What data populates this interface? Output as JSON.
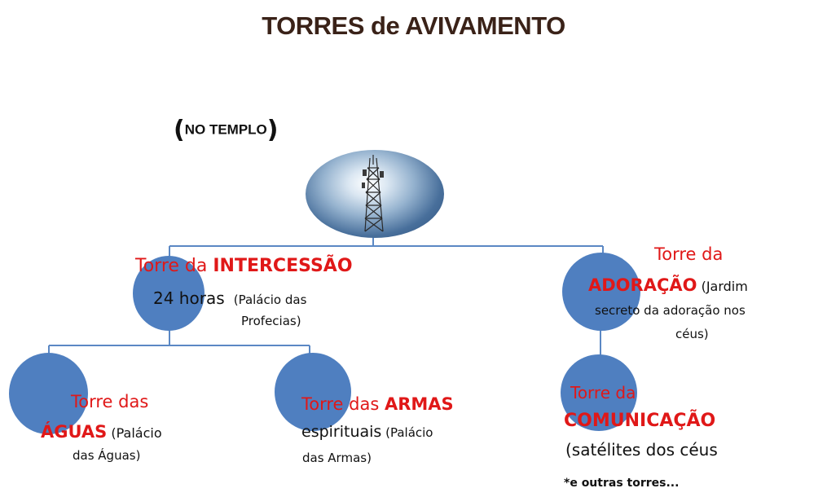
{
  "title": "TORRES de AVIVAMENTO",
  "templo": {
    "open": "(",
    "label": "NO TEMPLO",
    "close": ")"
  },
  "intercessao": {
    "prefix": "Torre da ",
    "name": "INTERCESSÃO",
    "hours": "24 horas",
    "note1": "(Palácio das",
    "note2": "Profecias)"
  },
  "adoracao": {
    "line1": "Torre da",
    "name": "ADORAÇÃO",
    "note1": " (Jardim",
    "note2": "secreto da adoração nos",
    "note3": "céus)"
  },
  "aguas": {
    "line1": "Torre das",
    "name": "ÁGUAS",
    "note1": " (Palácio",
    "note2": "das Águas)"
  },
  "armas": {
    "prefix": "Torre das ",
    "name": "ARMAS",
    "line2": "espirituais",
    "note1": " (Palácio",
    "note2": "das Armas)"
  },
  "comunicacao": {
    "line1": "Torre da",
    "name": "COMUNICAÇÃO",
    "line3": "(satélites  dos céus"
  },
  "footnote": "*e outras torres..."
}
